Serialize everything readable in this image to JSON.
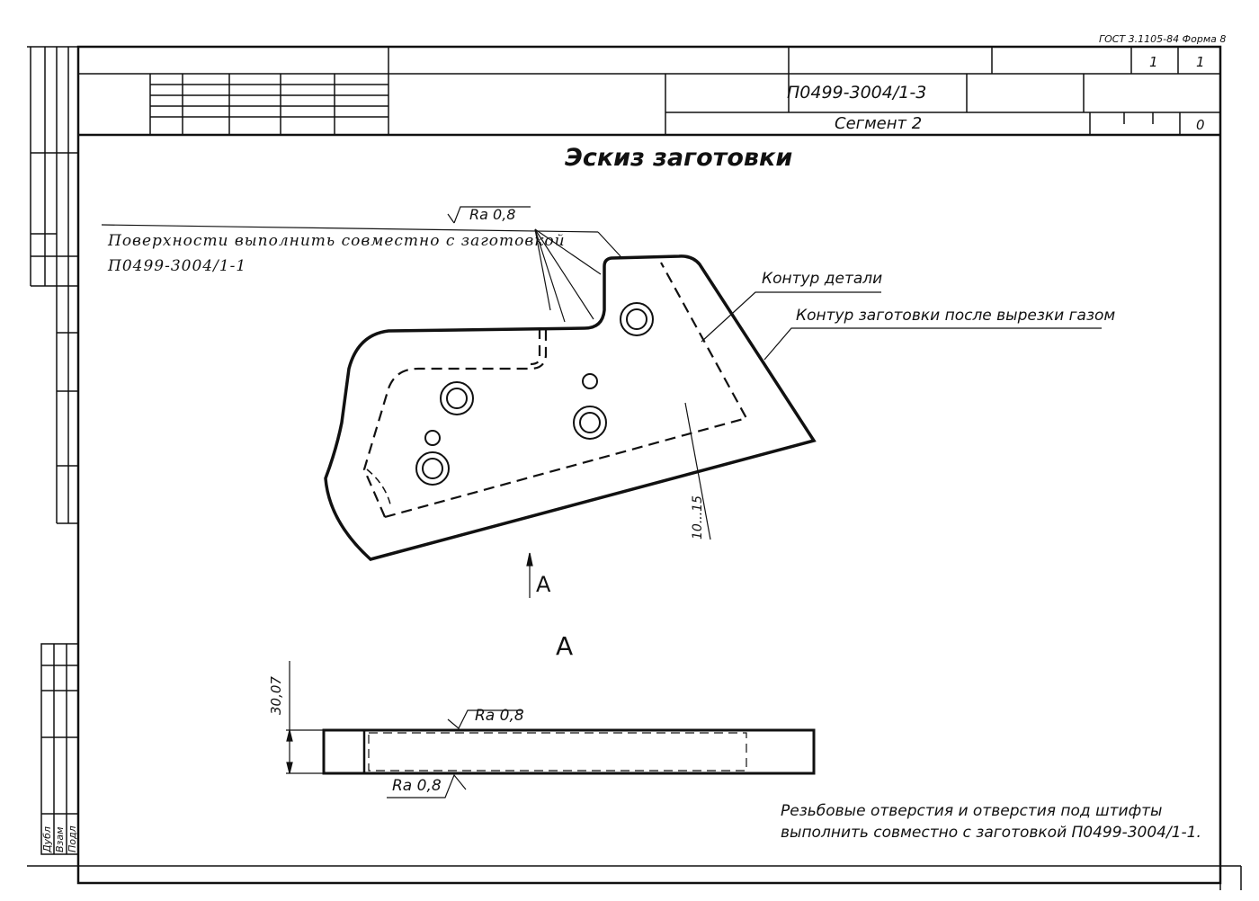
{
  "header": {
    "form_label": "ГОСТ 3.1105-84 Форма 8",
    "sheet": "1",
    "sheets": "1",
    "document_code": "П0499-3004/1-3",
    "part_name": "Сегмент 2",
    "operation_no": "0"
  },
  "drawing": {
    "title": "Эскиз заготовки",
    "note_handwritten_line1": "Поверхности выполнить совместно с заготовкой",
    "note_handwritten_line2": "П0499-3004/1-1",
    "roughness_top": "Ra 0,8",
    "label_part_contour": "Контур детали",
    "label_blank_contour": "Контур заготовки после вырезки газом",
    "dimension_allowance": "10...15",
    "view_arrow_label": "A",
    "view_title": "A",
    "dimension_thickness": "30,07",
    "roughness_side_top": "Ra 0,8",
    "roughness_side_bottom": "Ra 0,8",
    "note_line1": "Резьбовые отверстия и отверстия под штифты",
    "note_line2": "выполнить совместно с заготовкой П0499-3004/1-1."
  },
  "side_stamp": {
    "labels": [
      "Дубл",
      "Взам",
      "Подл"
    ]
  }
}
